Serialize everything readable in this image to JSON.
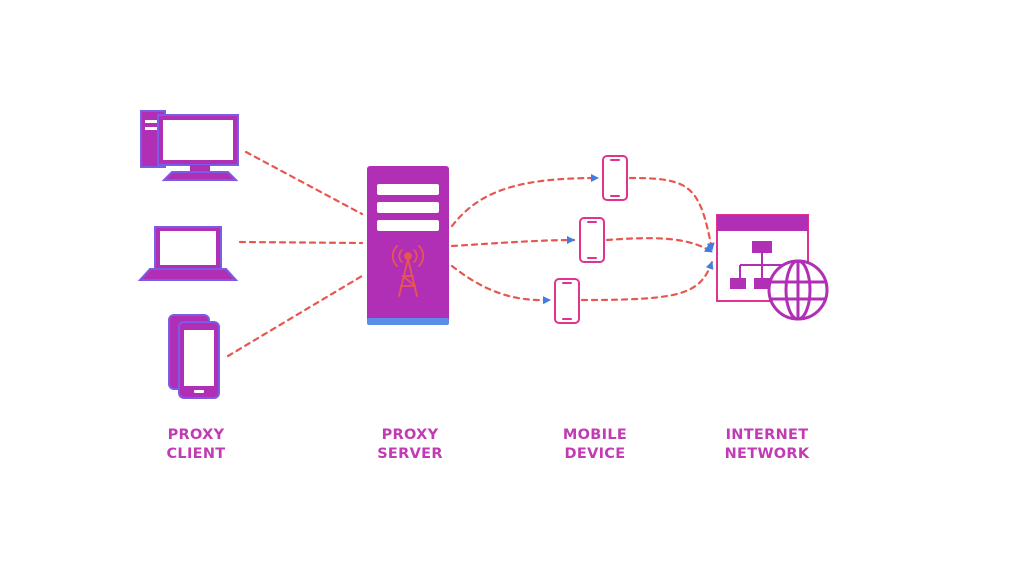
{
  "labels": {
    "proxy_client": {
      "line1": "PROXY",
      "line2": "CLIENT"
    },
    "proxy_server": {
      "line1": "PROXY",
      "line2": "SERVER"
    },
    "mobile_device": {
      "line1": "MOBILE",
      "line2": "DEVICE"
    },
    "internet_network": {
      "line1": "INTERNET",
      "line2": "NETWORK"
    }
  },
  "colors": {
    "magenta": "#b12fb4",
    "purple_outline": "#7b5ce6",
    "pink_outline": "#e0338f",
    "connector_dash": "#e8564f",
    "label_text": "#c23bb4",
    "arrow_head": "#3f7de0",
    "server_base": "#5b8ee6"
  },
  "icons": {
    "desktop": "desktop-computer-icon",
    "laptop": "laptop-icon",
    "phones": "smartphones-icon",
    "server": "proxy-server-icon",
    "tower": "radio-tower-icon",
    "mobile": "mobile-phone-icon",
    "network": "network-diagram-icon",
    "globe": "globe-icon"
  }
}
